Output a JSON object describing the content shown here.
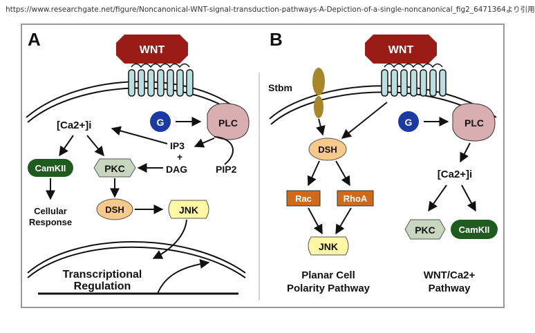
{
  "source_caption": "https://www.researchgate.net/figure/Noncanonical-WNT-signal-transduction-pathways-A-Depiction-of-a-single-noncanonical_fig2_6471364より引用",
  "colors": {
    "wnt": "#9b1b17",
    "g_protein": "#1c3aa3",
    "plc": "#d8aeb1",
    "camkii": "#1f5a1f",
    "pkc": "#c8d6bf",
    "dsh": "#f7c98b",
    "jnk": "#fff7a3",
    "rac_rhoa": "#cd6b1b",
    "stbm": "#a8862a",
    "receptor": "#b9e0e0"
  },
  "panel_a": {
    "letter": "A",
    "wnt": "WNT",
    "g": "G",
    "plc": "PLC",
    "ca": "[Ca2+]i",
    "ip3": "IP3",
    "plus": "+",
    "dag": "DAG",
    "pip2": "PIP2",
    "camkii": "CamKII",
    "pkc": "PKC",
    "cellular": "Cellular",
    "response": "Response",
    "dsh": "DSH",
    "jnk": "JNK",
    "transcriptional": "Transcriptional",
    "regulation": "Regulation"
  },
  "panel_b": {
    "letter": "B",
    "wnt": "WNT",
    "stbm": "Stbm",
    "dsh": "DSH",
    "g": "G",
    "plc": "PLC",
    "rac": "Rac",
    "rhoa": "RhoA",
    "ca": "[Ca2+]i",
    "jnk": "JNK",
    "pkc": "PKC",
    "camkii": "CamKII",
    "planar1": "Planar Cell",
    "planar2": "Polarity Pathway",
    "wntca1": "WNT/Ca2+",
    "wntca2": "Pathway"
  }
}
